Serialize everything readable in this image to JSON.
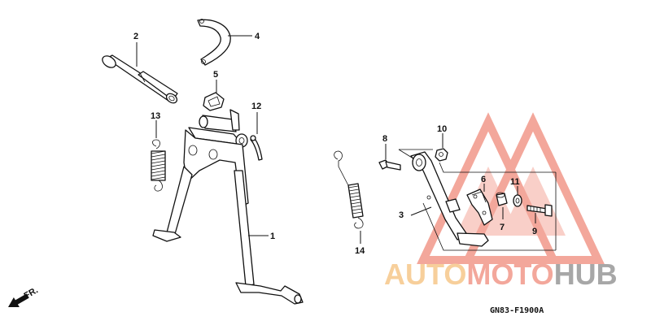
{
  "diagram": {
    "callouts": {
      "p1": "1",
      "p2": "2",
      "p3": "3",
      "p4": "4",
      "p5": "5",
      "p6": "6",
      "p7": "7",
      "p8": "8",
      "p9": "9",
      "p10": "10",
      "p11": "11",
      "p12": "12",
      "p13": "13",
      "p14": "14"
    },
    "direction_label": "FR.",
    "drawing_code": "GN83-F1900A"
  },
  "watermark": {
    "text_part1": "AUTO",
    "text_part2": "MOTO",
    "text_part3": "HUB",
    "colors": {
      "auto": "#f5c07a",
      "moto": "#f08a7a",
      "hub": "#8a8a8a",
      "triangle": "#f08a7a"
    }
  }
}
